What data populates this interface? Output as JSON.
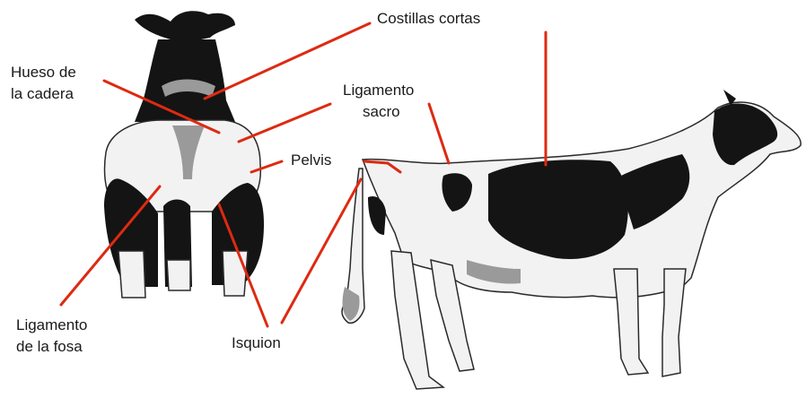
{
  "diagram": {
    "labels": {
      "costillas_cortas": "Costillas cortas",
      "hueso_cadera_1": "Hueso de",
      "hueso_cadera_2": "la cadera",
      "ligamento_sacro_1": "Ligamento",
      "ligamento_sacro_2": "sacro",
      "pelvis": "Pelvis",
      "ligamento_fosa_1": "Ligamento",
      "ligamento_fosa_2": "de la fosa",
      "isquion": "Isquion"
    },
    "colors": {
      "leader_line": "#dd2a12",
      "hide_black": "#141414",
      "hide_white": "#f2f2f2",
      "outline": "#2a2a2a"
    }
  }
}
